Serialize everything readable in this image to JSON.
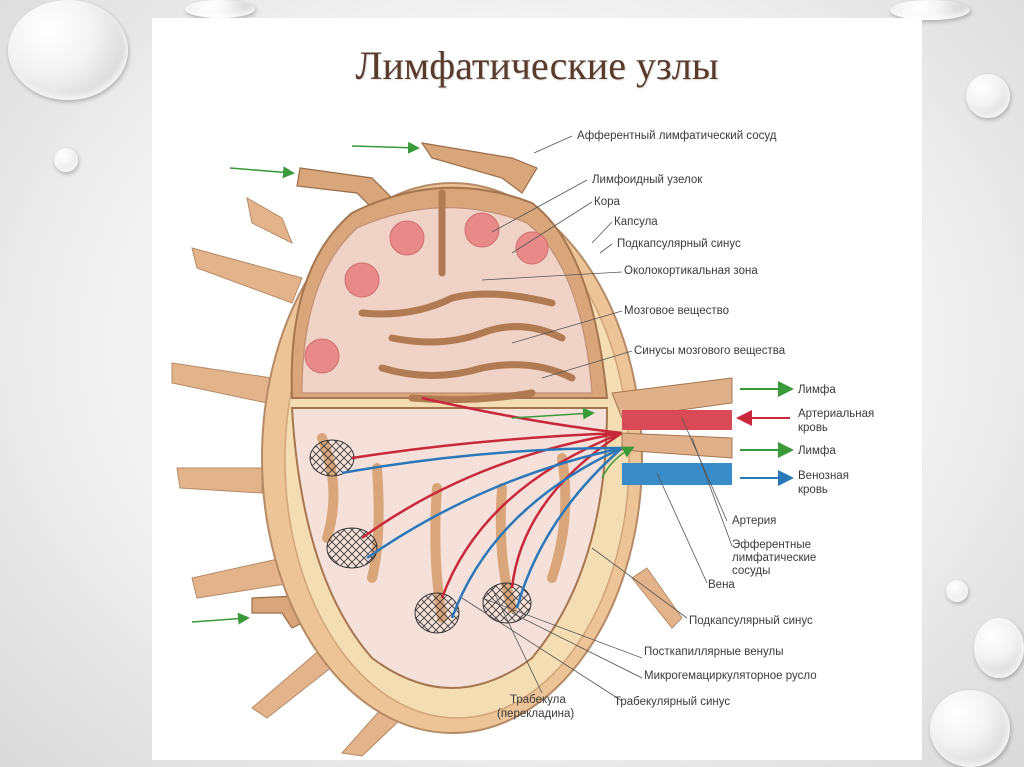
{
  "title": "Лимфатические узлы",
  "labels": {
    "afferent": "Афферентный лимфатический сосуд",
    "nodule": "Лимфоидный узелок",
    "cortex": "Кора",
    "capsule": "Капсула",
    "subcapsular_top": "Подкапсулярный синус",
    "paracortex": "Околокортикальная зона",
    "medulla": "Мозговое вещество",
    "medullary_sinus": "Синусы мозгового вещества",
    "lymph1": "Лимфа",
    "arterial1": "Артериальная",
    "arterial2": "кровь",
    "lymph2": "Лимфа",
    "venous1": "Венозная",
    "venous2": "кровь",
    "artery": "Артерия",
    "efferent1": "Эфферентные",
    "efferent2": "лимфатические",
    "efferent3": "сосуды",
    "vein": "Вена",
    "subcapsular_bottom": "Подкапсулярный синус",
    "postcapillary": "Посткапиллярные венулы",
    "microvasculature": "Микрогемацирку­ляторное русло",
    "trabecular_sinus": "Трабекулярный синус",
    "trabecula1": "Трабекула",
    "trabecula2": "(перекладина)"
  },
  "colors": {
    "capsule": "#e8b98a",
    "cortex": "#d9a57a",
    "nodule": "#e88a8a",
    "medulla_bg": "#f3d7cf",
    "artery": "#c8283a",
    "vein": "#2a78b8",
    "lymph_arrow": "#3a9a3a",
    "title": "#5a3a2b"
  }
}
